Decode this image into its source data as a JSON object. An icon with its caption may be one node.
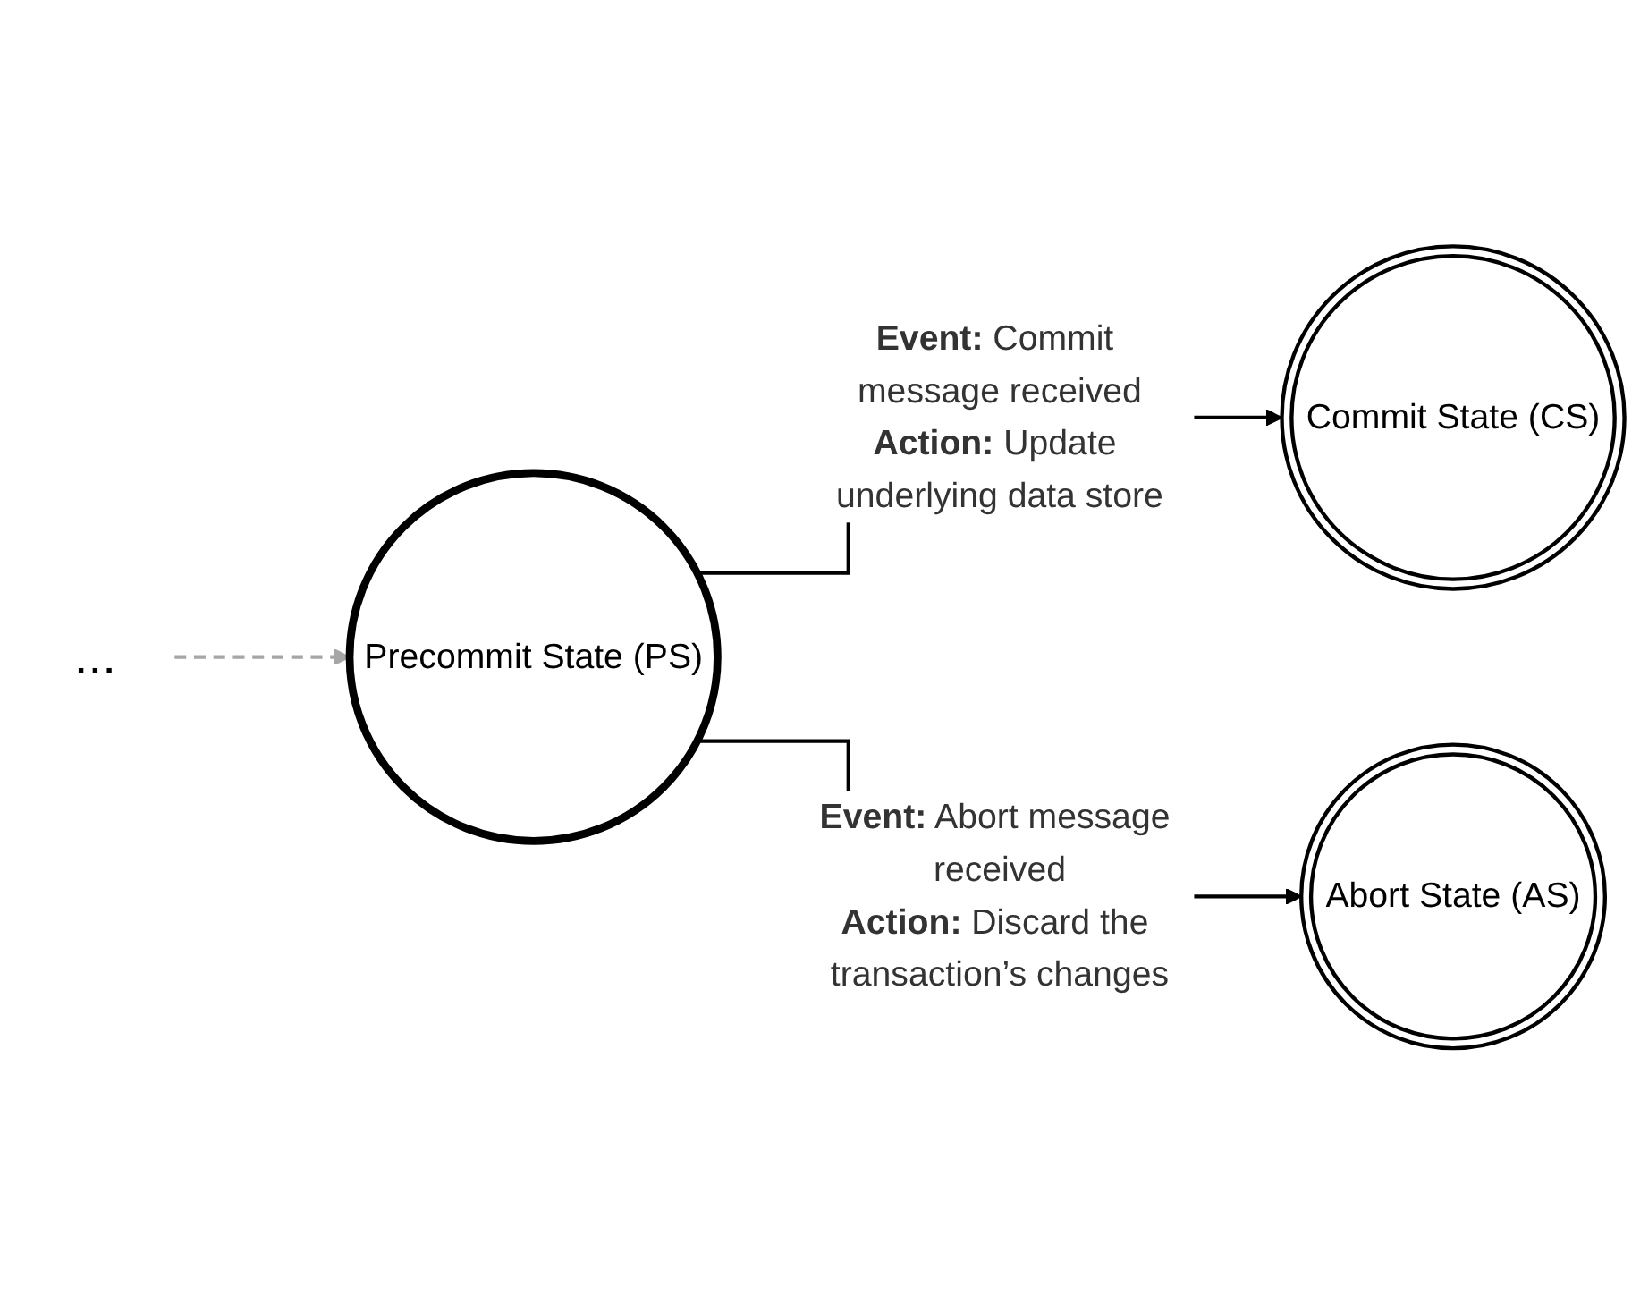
{
  "diagram": {
    "nodes": [
      {
        "text": [
          "..."
        ]
      },
      {
        "text": [
          "Precommit State (PS)"
        ]
      },
      {
        "text": [
          "Commit State (CS)"
        ]
      },
      {
        "text": [
          "Abort State (AS)"
        ]
      }
    ],
    "edges": [
      {
        "from": 0,
        "to": 1,
        "arrow": "to",
        "style": "dashed",
        "color": "#a6a6a6"
      },
      {
        "from": 1,
        "to": 2,
        "arrow": "to",
        "label": "**Event:** Commit message received **Action:** Update underlying data store"
      },
      {
        "from": 1,
        "to": 3,
        "arrow": "to",
        "label": "**Event:** Abort message received **Action:** Discard the transaction’s changes"
      }
    ]
  }
}
